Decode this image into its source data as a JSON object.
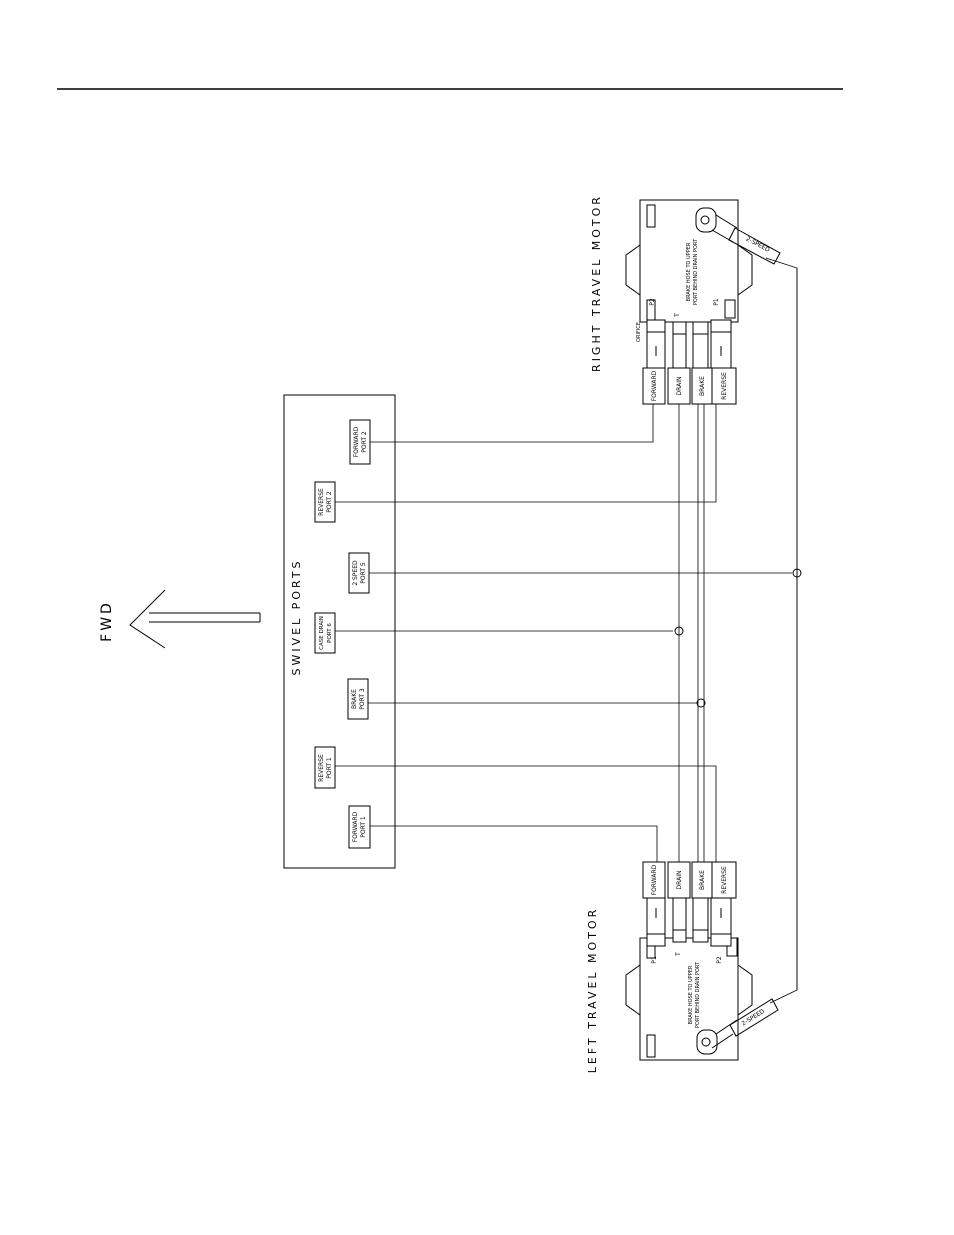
{
  "direction": {
    "label": "FWD"
  },
  "swivel": {
    "title": "SWIVEL PORTS",
    "ports": [
      {
        "line1": "FORWARD",
        "line2": "PORT 2"
      },
      {
        "line1": "REVERSE",
        "line2": "PORT 2"
      },
      {
        "line1": "2 SPEED",
        "line2": "PORT 5"
      },
      {
        "line1": "CASE DRAIN",
        "line2": "PORT 6"
      },
      {
        "line1": "BRAKE",
        "line2": "PORT 3"
      },
      {
        "line1": "REVERSE",
        "line2": "PORT 1"
      },
      {
        "line1": "FORWARD",
        "line2": "PORT 1"
      }
    ]
  },
  "right_motor": {
    "title": "RIGHT TRAVEL MOTOR",
    "hoses": [
      "FORWARD",
      "DRAIN",
      "BRAKE",
      "REVERSE"
    ],
    "port_p2": "P2",
    "port_t": "T",
    "port_p1": "P1",
    "port_orifice": "ORIFICE",
    "note_line1": "BRAKE HOSE TO UPPER",
    "note_line2": "PORT BEHIND DRAIN PORT",
    "speed_label": "2-SPEED"
  },
  "left_motor": {
    "title": "LEFT TRAVEL MOTOR",
    "hoses": [
      "FORWARD",
      "DRAIN",
      "BRAKE",
      "REVERSE"
    ],
    "port_p1": "P1",
    "port_t": "T",
    "port_p2": "P2",
    "note_line1": "BRAKE HOSE TO UPPER",
    "note_line2": "PORT BEHIND DRAIN PORT",
    "speed_label": "2-SPEED"
  }
}
